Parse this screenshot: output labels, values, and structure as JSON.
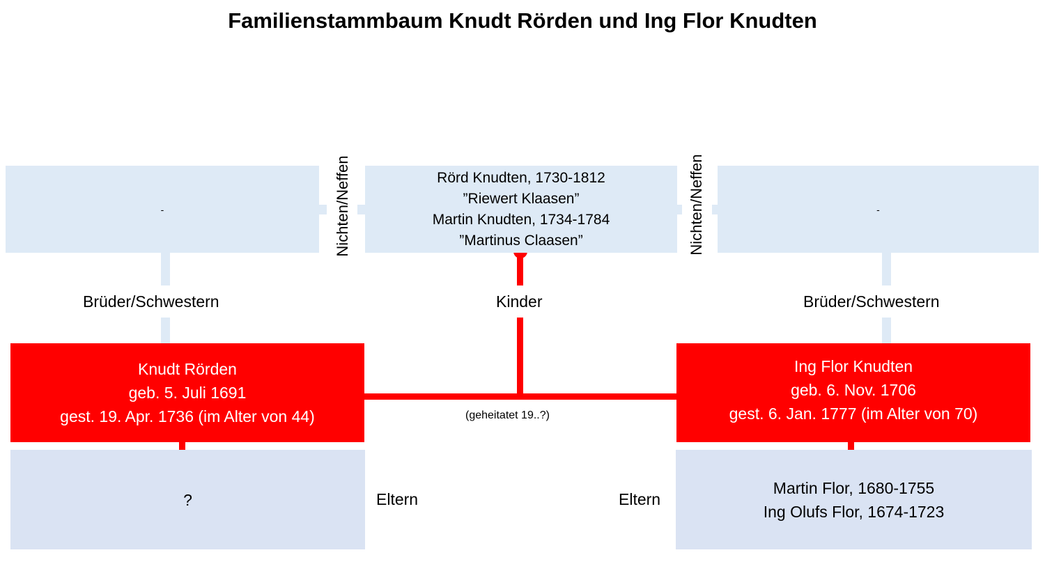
{
  "title": "Familienstammbaum Knudt Rörden und Ing Flor Knudten",
  "siblings_left": "-",
  "siblings_right": "-",
  "nieces_label_left": "Nichten/Neffen",
  "nieces_label_right": "Nichten/Neffen",
  "children": [
    "Rörd Knudten, 1730-1812",
    "”Riewert Klaasen”",
    "Martin Knudten, 1734-1784",
    "”Martinus Claasen”"
  ],
  "siblings_label_left": "Brüder/Schwestern",
  "siblings_label_right": "Brüder/Schwestern",
  "children_label": "Kinder",
  "person_left": [
    "Knudt Rörden",
    "geb. 5. Juli 1691",
    "gest. 19. Apr. 1736 (im Alter von 44)"
  ],
  "person_right": [
    "Ing Flor Knudten",
    "geb. 6. Nov. 1706",
    "gest. 6. Jan. 1777 (im Alter von 70)"
  ],
  "marriage_label": "(geheitatet 19..?)",
  "parents_left": [
    "?"
  ],
  "parents_right": [
    "Martin Flor, 1680-1755",
    "Ing Olufs Flor, 1674-1723"
  ],
  "parents_label_left": "Eltern",
  "parents_label_right": "Eltern",
  "colors": {
    "person": "#ff0000",
    "light": "#deeaf6",
    "parents": "#dae3f3"
  }
}
